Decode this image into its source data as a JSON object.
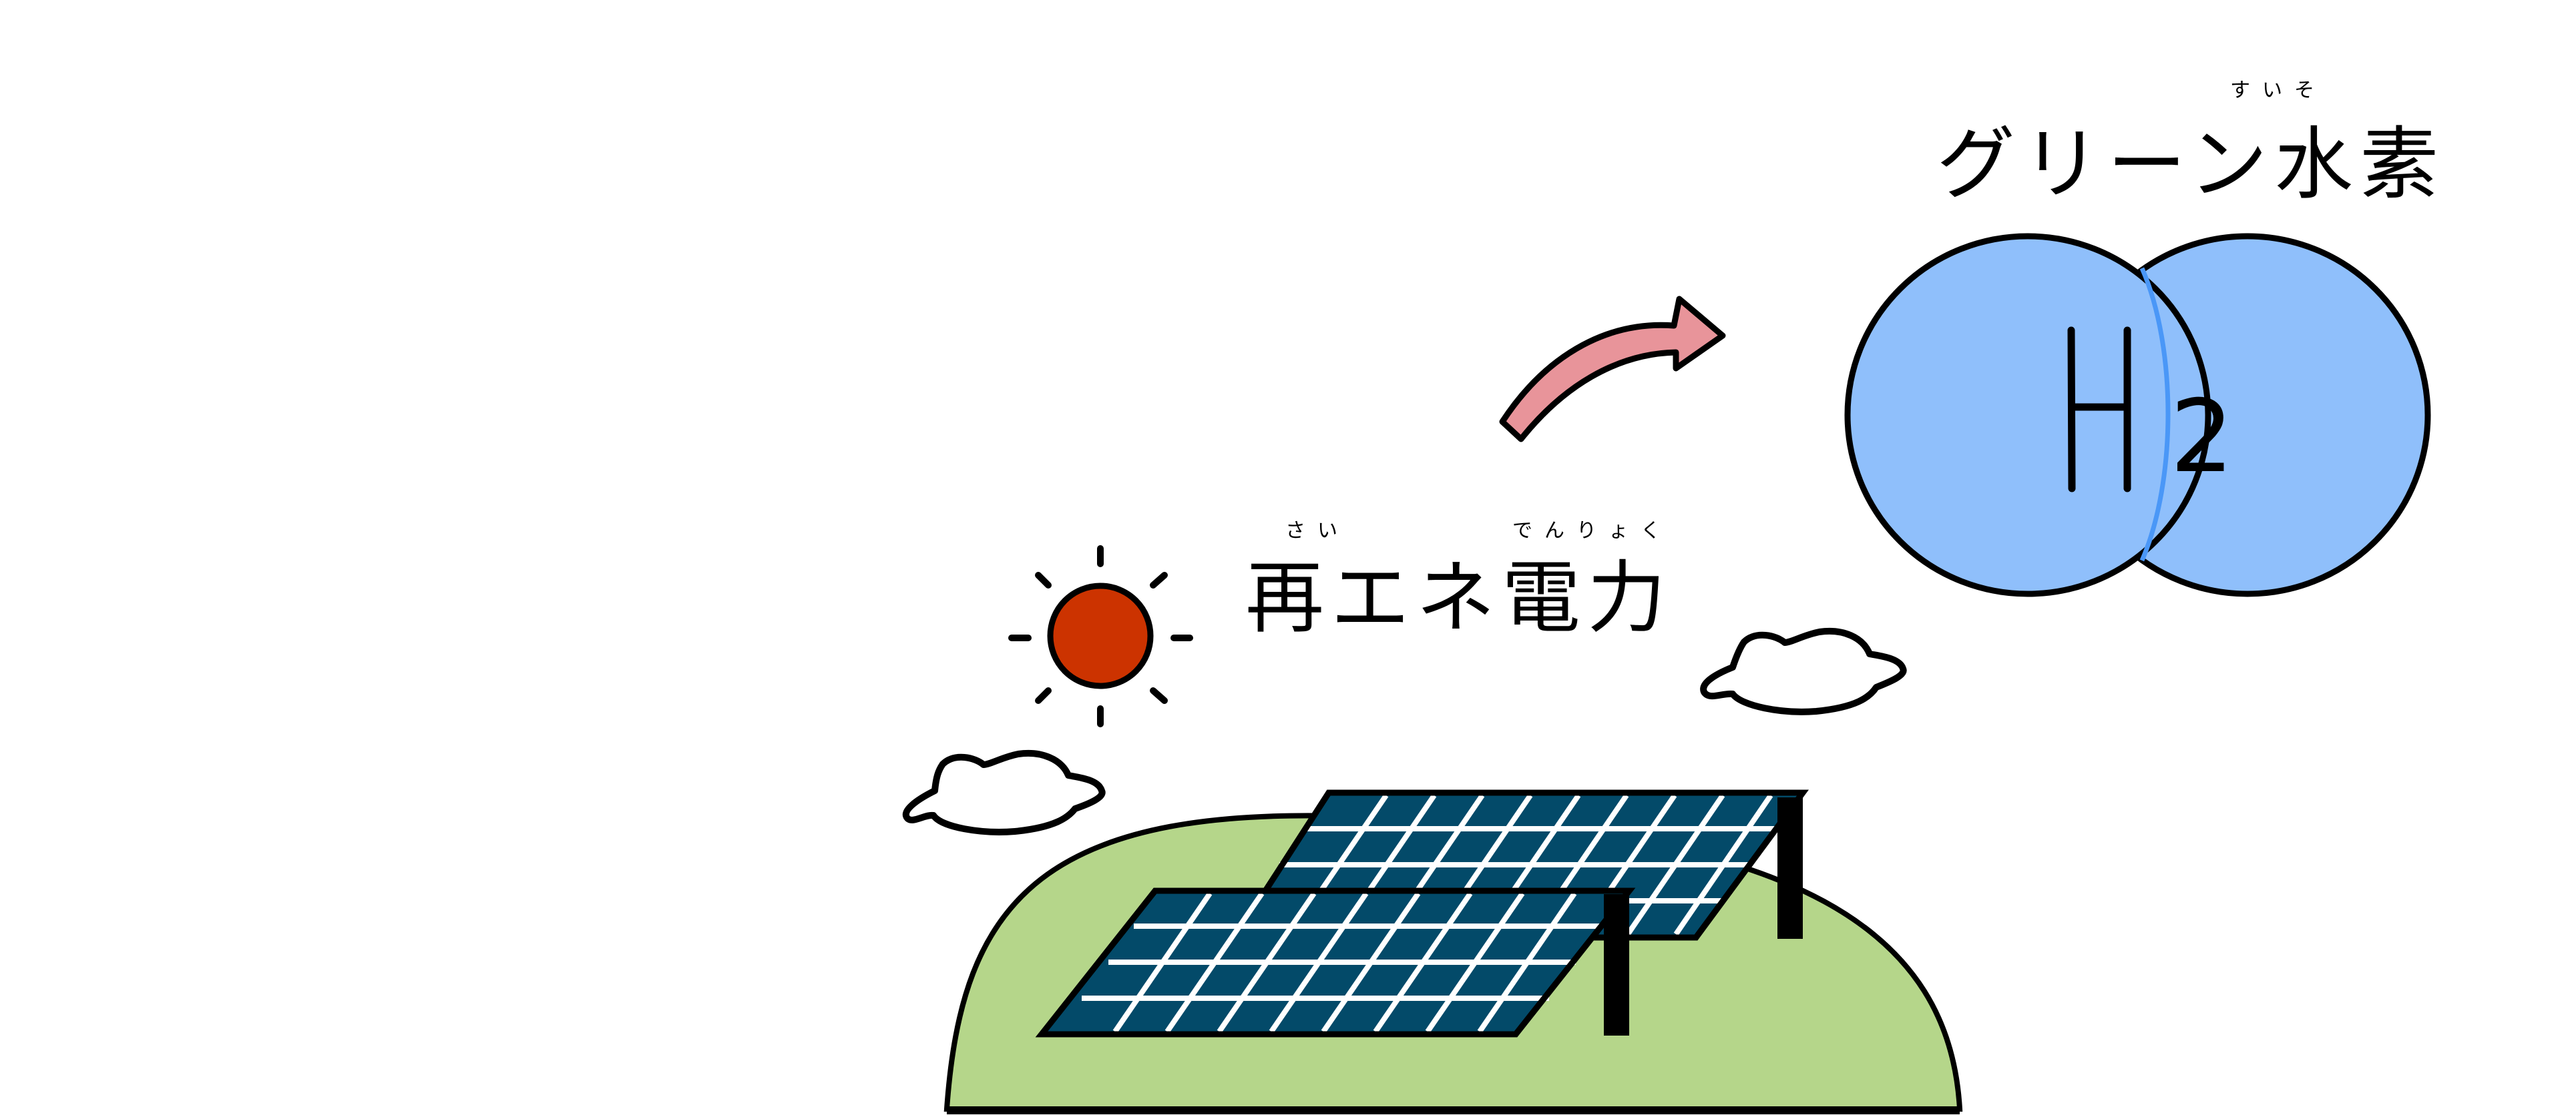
{
  "illustration": {
    "title_label": {
      "text": "グリーン水素",
      "ruby": "すいそ"
    },
    "energy_label": {
      "text": "再エネ電力",
      "ruby_sai": "さい",
      "ruby_denryoku": "でんりょく"
    },
    "molecule": {
      "symbol": "H",
      "subscript": "2"
    },
    "colors": {
      "background": "#ffffff",
      "molecule_fill": "#8fbffb",
      "molecule_seam": "#4a97f7",
      "arrow_fill": "#e8949a",
      "sun_fill": "#cc3300",
      "hill_fill": "#b5d68a",
      "panel_fill": "#034a69",
      "panel_grid": "#ffffff",
      "outline": "#000000"
    }
  }
}
